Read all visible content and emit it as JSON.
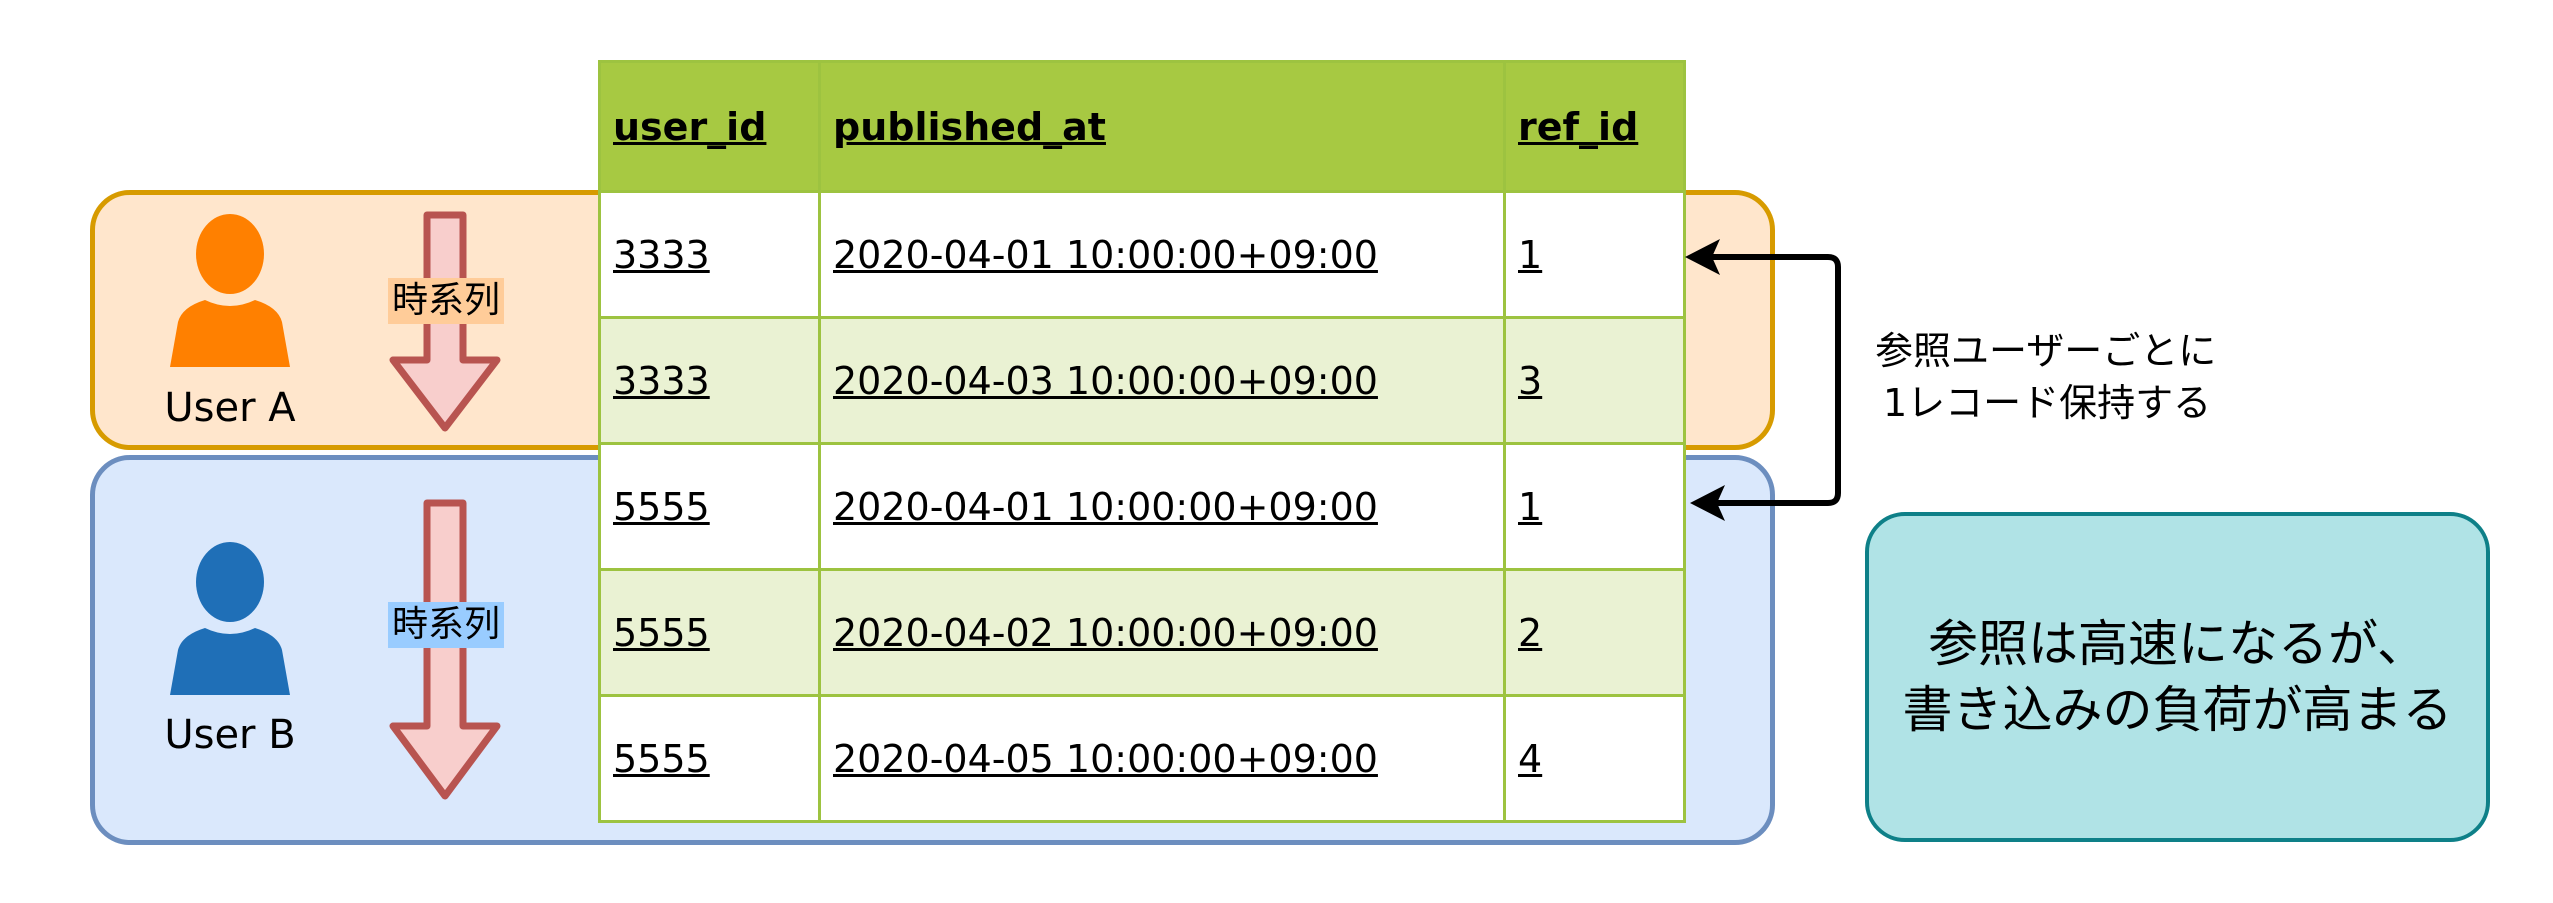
{
  "groups": [
    {
      "user_label": "User A",
      "series_label": "時系列",
      "fill": "#ffe6cc",
      "stroke": "#d79b00",
      "icon": "person-icon",
      "icon_color": "#ff8000"
    },
    {
      "user_label": "User B",
      "series_label": "時系列",
      "fill": "#dae8fc",
      "stroke": "#6c8ebf",
      "icon": "person-icon",
      "icon_color": "#1f6fb7"
    }
  ],
  "table": {
    "header_color": "#a7c942",
    "columns": [
      "user_id",
      "published_at",
      "ref_id"
    ],
    "rows": [
      [
        "3333",
        "2020-04-01 10:00:00+09:00",
        "1"
      ],
      [
        "3333",
        "2020-04-03 10:00:00+09:00",
        "3"
      ],
      [
        "5555",
        "2020-04-01 10:00:00+09:00",
        "1"
      ],
      [
        "5555",
        "2020-04-02 10:00:00+09:00",
        "2"
      ],
      [
        "5555",
        "2020-04-05 10:00:00+09:00",
        "4"
      ]
    ]
  },
  "note": {
    "line1": "参照ユーザーごとに",
    "line2": "1レコード保持する"
  },
  "callout": {
    "line1": "参照は高速になるが、",
    "line2": "書き込みの負荷が高まる",
    "fill": "#b0e3e6",
    "stroke": "#0e8088"
  }
}
